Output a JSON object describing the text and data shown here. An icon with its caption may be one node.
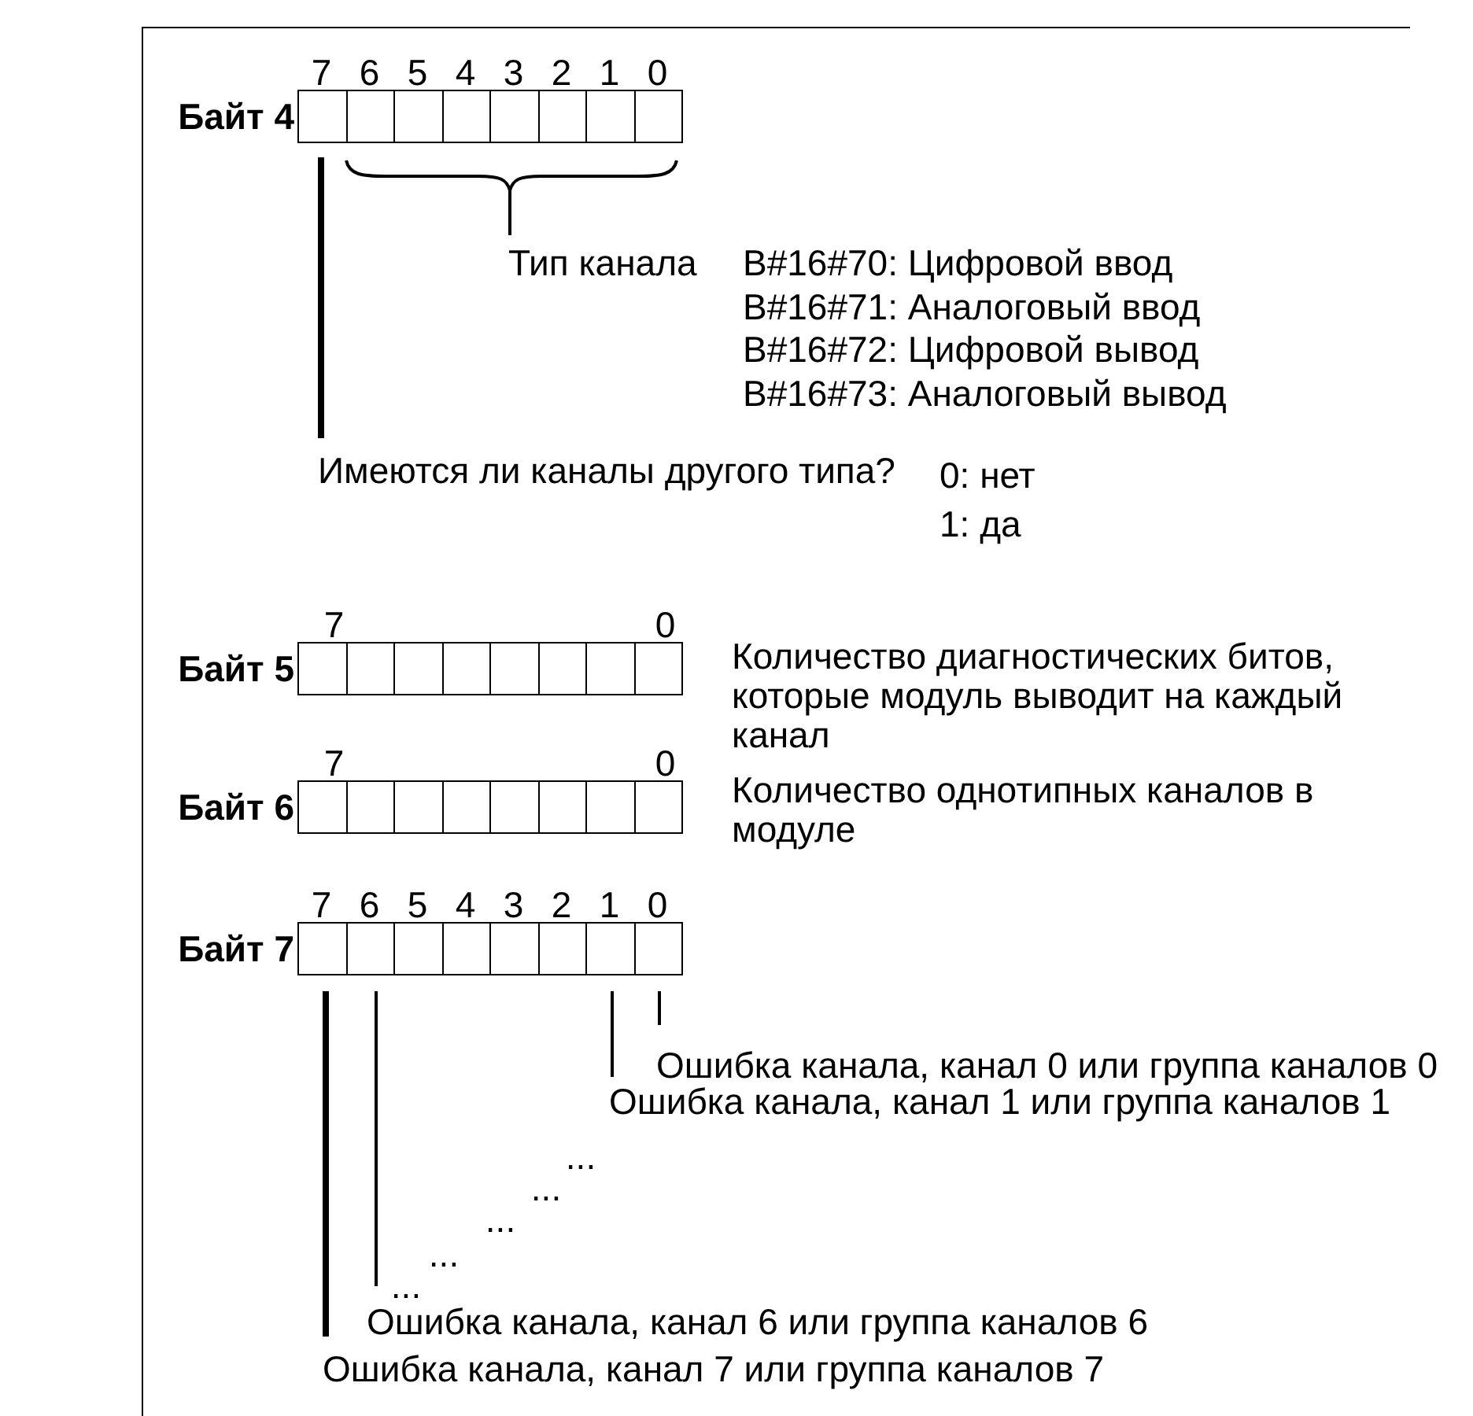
{
  "diagram": {
    "nodes": [
      {
        "text": [
          "Байт 4"
        ],
        "beside": [
          "7",
          "6",
          "5",
          "4",
          "3",
          "2",
          "1",
          "0"
        ]
      },
      {
        "text": [
          "Тип канала"
        ]
      },
      {
        "text": [
          "Имеются ли каналы другого типа?"
        ]
      },
      {
        "text": [
          "Байт 5"
        ],
        "beside": [
          "7",
          "0"
        ]
      },
      {
        "text": [
          "Байт 6"
        ],
        "beside": [
          "7",
          "0"
        ]
      },
      {
        "text": [
          "Байт 7"
        ],
        "beside": [
          "7",
          "6",
          "5",
          "4",
          "3",
          "2",
          "1",
          "0"
        ]
      },
      {
        "text": [
          "Ошибка канала, канал 0 или группа каналов 0"
        ]
      },
      {
        "text": [
          "Ошибка канала, канал 1 или группа каналов 1"
        ]
      },
      {
        "text": [
          "Ошибка канала, канал 6 или группа каналов 6"
        ]
      },
      {
        "text": [
          "Ошибка канала, канал 7 или группа каналов 7"
        ]
      }
    ],
    "edges": [
      {
        "from": 1,
        "to": 0,
        "arrow": "none"
      },
      {
        "from": 2,
        "to": 0,
        "arrow": "none",
        "style": "thick"
      },
      {
        "from": 6,
        "to": 5,
        "arrow": "none"
      },
      {
        "from": 7,
        "to": 5,
        "arrow": "none"
      },
      {
        "from": 8,
        "to": 5,
        "arrow": "none"
      },
      {
        "from": 9,
        "to": 5,
        "arrow": "none",
        "style": "thick"
      }
    ],
    "labels": [
      "B#16#70: Цифровой ввод",
      "B#16#71: Аналоговый ввод",
      "B#16#72: Цифровой вывод",
      "B#16#73: Аналоговый вывод",
      "0: нет",
      "1: да",
      "Количество диагностических битов, которые модуль выводит на каждый канал",
      "Количество однотипных каналов в модуле",
      "...",
      "...",
      "...",
      "...",
      "..."
    ]
  }
}
